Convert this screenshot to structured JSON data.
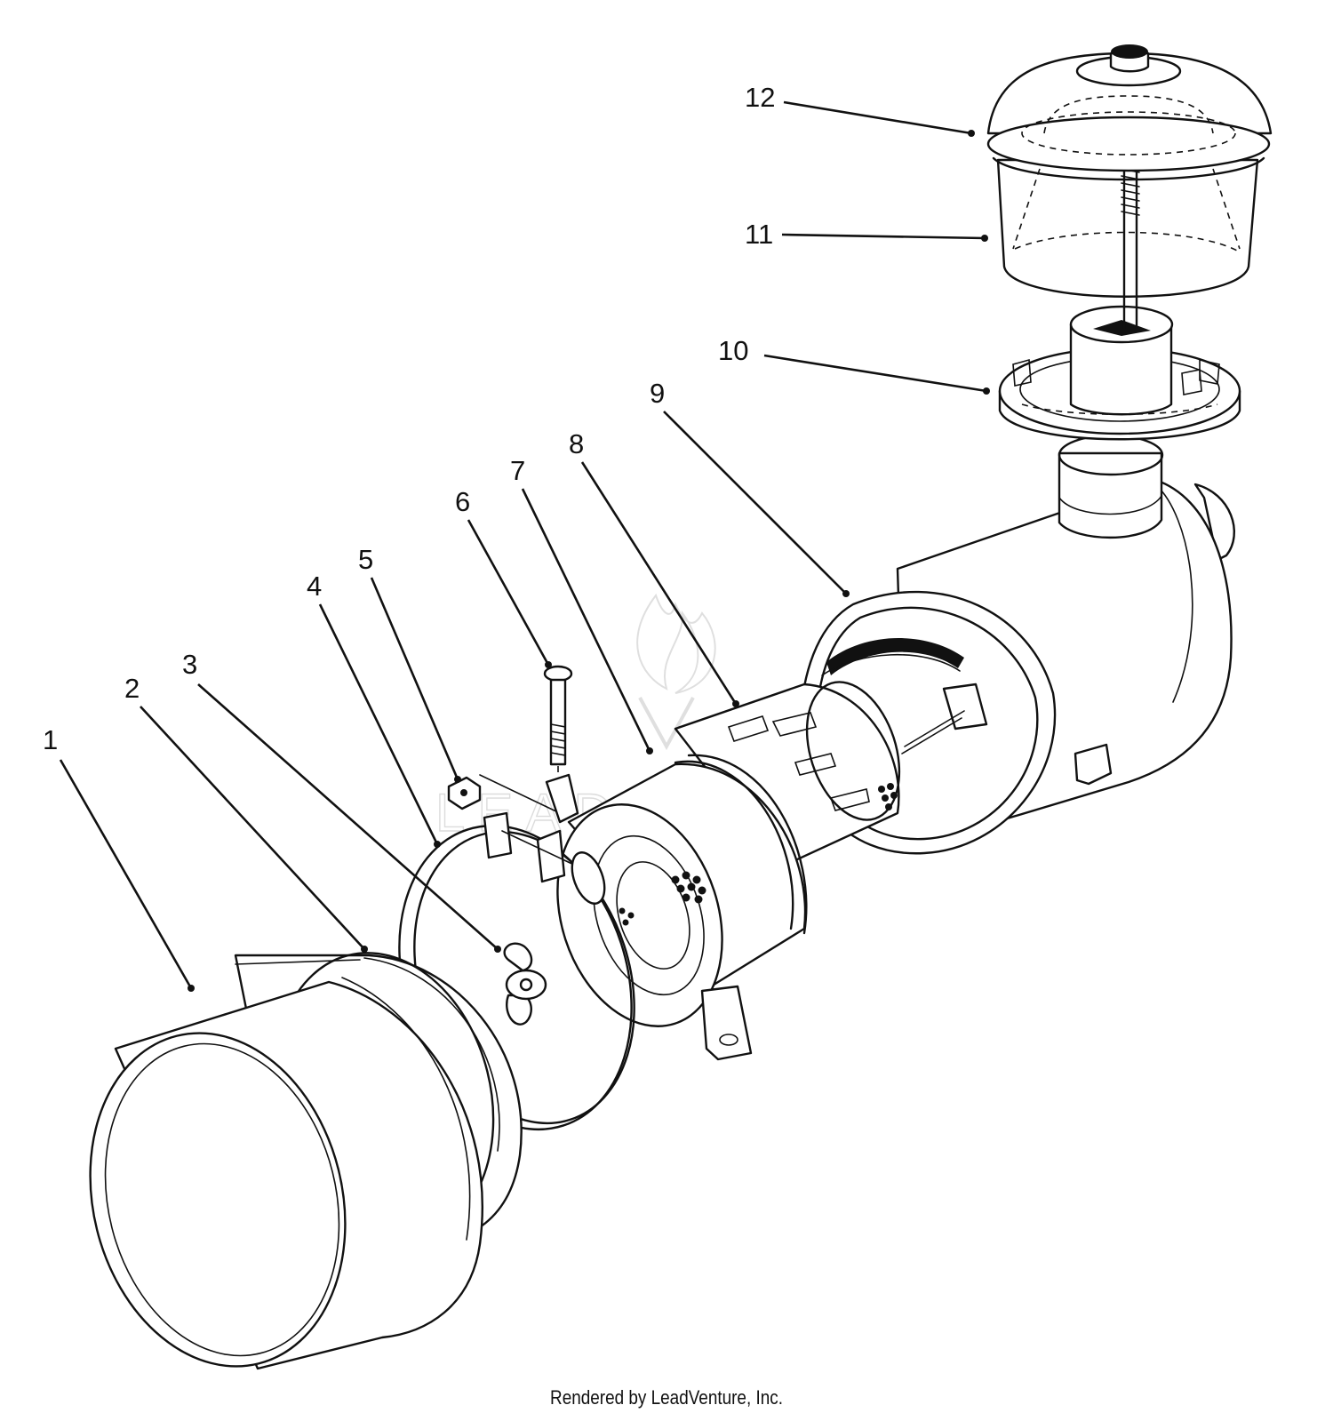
{
  "diagram": {
    "callouts": [
      {
        "label": "1"
      },
      {
        "label": "2"
      },
      {
        "label": "3"
      },
      {
        "label": "4"
      },
      {
        "label": "5"
      },
      {
        "label": "6"
      },
      {
        "label": "7"
      },
      {
        "label": "8"
      },
      {
        "label": "9"
      },
      {
        "label": "10"
      },
      {
        "label": "11"
      },
      {
        "label": "12"
      }
    ],
    "watermark": "LEADVENTURE",
    "footer": "Rendered by LeadVenture, Inc."
  }
}
